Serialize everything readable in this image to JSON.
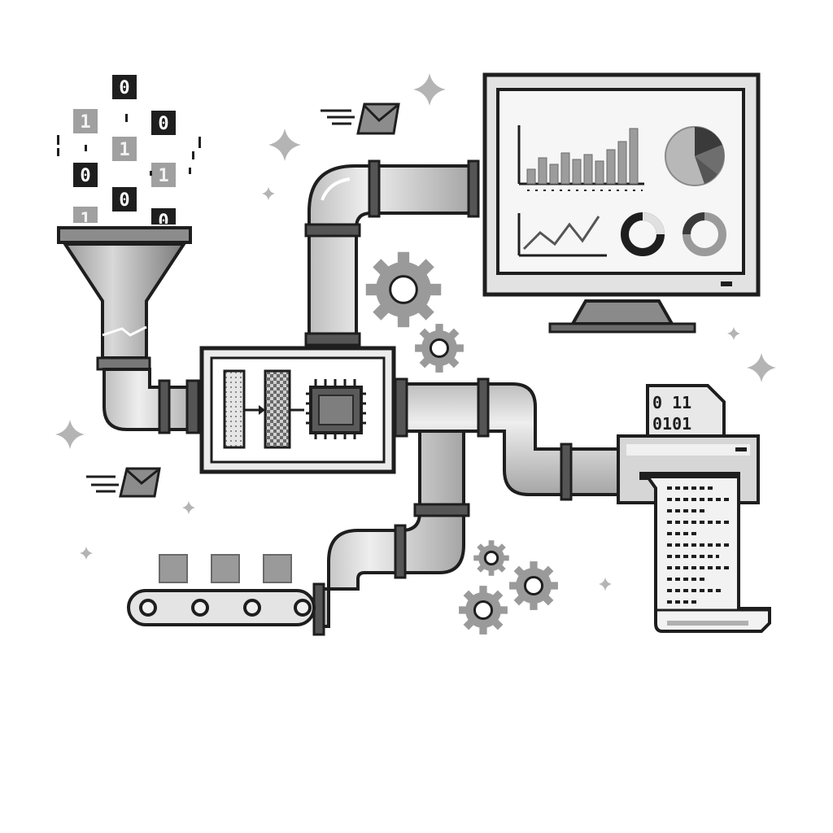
{
  "falling_bits": [
    {
      "value": "0",
      "style": "dark"
    },
    {
      "value": "1",
      "style": "light"
    },
    {
      "value": "0",
      "style": "dark"
    },
    {
      "value": "1",
      "style": "light"
    },
    {
      "value": "0",
      "style": "dark"
    },
    {
      "value": "1",
      "style": "light"
    },
    {
      "value": "0",
      "style": "dark"
    },
    {
      "value": "1",
      "style": "light"
    },
    {
      "value": "0",
      "style": "dark"
    }
  ],
  "printer_doc": {
    "line1": "0 11",
    "line2": "0101"
  },
  "colors": {
    "outline": "#1e1e1e",
    "pipe_fill": "#d9d9d9",
    "pipe_shade": "#a8a8a8",
    "gear": "#9a9a9a",
    "bit_dark": "#1e1e1e",
    "bit_light": "#a0a0a0",
    "screen_bg": "#f4f4f4",
    "sparkle": "#b4b4b4"
  },
  "icons": [
    "funnel-icon",
    "pipe-icon",
    "processor-unit-icon",
    "cpu-chip-icon",
    "gear-icon",
    "monitor-icon",
    "bar-chart-icon",
    "pie-chart-icon",
    "line-chart-icon",
    "donut-chart-icon",
    "printer-icon",
    "paper-scroll-icon",
    "conveyor-belt-icon",
    "envelope-icon",
    "sparkle-icon"
  ]
}
